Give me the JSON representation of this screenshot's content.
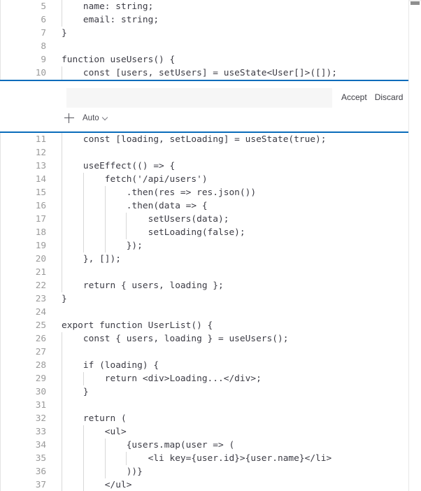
{
  "editor": {
    "language": "typescript",
    "text_color": "#3b3b44",
    "gutter_color": "#9a9a9a",
    "background": "#ffffff",
    "accent_color": "#0a6cbb",
    "lines": [
      {
        "number": "5",
        "text": "    name: string;",
        "guides": 1
      },
      {
        "number": "6",
        "text": "    email: string;",
        "guides": 1
      },
      {
        "number": "7",
        "text": "}",
        "guides": 0
      },
      {
        "number": "8",
        "text": "",
        "guides": 0
      },
      {
        "number": "9",
        "text": "function useUsers() {",
        "guides": 0
      },
      {
        "number": "10",
        "text": "    const [users, setUsers] = useState<User[]>([]);",
        "guides": 1
      }
    ],
    "lines_after": [
      {
        "number": "11",
        "text": "    const [loading, setLoading] = useState(true);",
        "guides": 1
      },
      {
        "number": "12",
        "text": "",
        "guides": 1
      },
      {
        "number": "13",
        "text": "    useEffect(() => {",
        "guides": 1
      },
      {
        "number": "14",
        "text": "        fetch('/api/users')",
        "guides": 2
      },
      {
        "number": "15",
        "text": "            .then(res => res.json())",
        "guides": 3
      },
      {
        "number": "16",
        "text": "            .then(data => {",
        "guides": 3
      },
      {
        "number": "17",
        "text": "                setUsers(data);",
        "guides": 4
      },
      {
        "number": "18",
        "text": "                setLoading(false);",
        "guides": 4
      },
      {
        "number": "19",
        "text": "            });",
        "guides": 3
      },
      {
        "number": "20",
        "text": "    }, []);",
        "guides": 1
      },
      {
        "number": "21",
        "text": "",
        "guides": 1
      },
      {
        "number": "22",
        "text": "    return { users, loading };",
        "guides": 1
      },
      {
        "number": "23",
        "text": "}",
        "guides": 0
      },
      {
        "number": "24",
        "text": "",
        "guides": 0
      },
      {
        "number": "25",
        "text": "export function UserList() {",
        "guides": 0
      },
      {
        "number": "26",
        "text": "    const { users, loading } = useUsers();",
        "guides": 1
      },
      {
        "number": "27",
        "text": "",
        "guides": 1
      },
      {
        "number": "28",
        "text": "    if (loading) {",
        "guides": 1
      },
      {
        "number": "29",
        "text": "        return <div>Loading...</div>;",
        "guides": 2
      },
      {
        "number": "30",
        "text": "    }",
        "guides": 1
      },
      {
        "number": "31",
        "text": "",
        "guides": 1
      },
      {
        "number": "32",
        "text": "    return (",
        "guides": 1
      },
      {
        "number": "33",
        "text": "        <ul>",
        "guides": 2
      },
      {
        "number": "34",
        "text": "            {users.map(user => (",
        "guides": 3
      },
      {
        "number": "35",
        "text": "                <li key={user.id}>{user.name}</li>",
        "guides": 4
      },
      {
        "number": "36",
        "text": "            ))}",
        "guides": 3
      },
      {
        "number": "37",
        "text": "        </ul>",
        "guides": 2
      }
    ]
  },
  "inline_widget": {
    "input_value": "",
    "input_placeholder": "",
    "accept_label": "Accept",
    "discard_label": "Discard",
    "add_context_icon": "plus-icon",
    "mode_label": "Auto",
    "mode_chevron_icon": "chevron-down-icon"
  },
  "scrollbar": {
    "thumb_color": "#8f8f8f",
    "orientation": "vertical"
  }
}
